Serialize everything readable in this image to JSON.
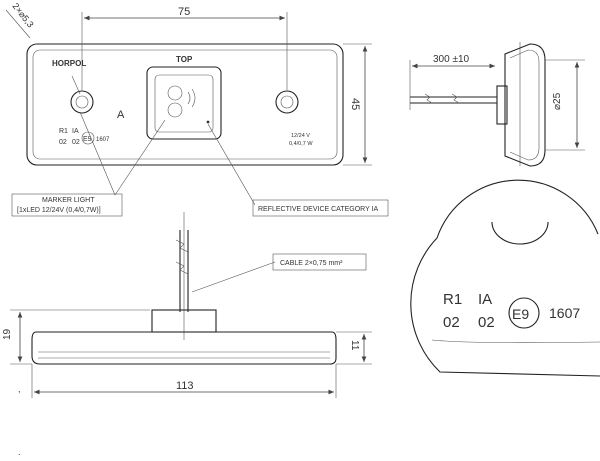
{
  "dimensions": {
    "width_top": "75",
    "height_front": "45",
    "hole_spec": "2×⌀5,3",
    "cable_length": "300 ±10",
    "diameter": "⌀25",
    "total_length": "113",
    "height_side": "19",
    "height_lamp": "11"
  },
  "labels": {
    "horpol": "HORPOL",
    "top": "TOP",
    "view_a": "A",
    "marker_light_line1": "MARKER LIGHT",
    "marker_light_line2": "[1xLED 12/24V (0,4/0,7W)]",
    "reflective": "REFLECTIVE DEVICE CATEGORY IA",
    "cable": "CABLE 2×0,75 mm²"
  },
  "small_marking": {
    "r1": "R1",
    "ia": "IA",
    "r1_num": "02",
    "ia_num": "02",
    "e_mark": "E9",
    "approval": "1607",
    "voltage": "12/24 V",
    "power": "0,4/0,7 W"
  },
  "detail_marking": {
    "r1": "R1",
    "ia": "IA",
    "r1_num": "02",
    "ia_num": "02",
    "e_mark": "E9",
    "approval": "1607"
  }
}
